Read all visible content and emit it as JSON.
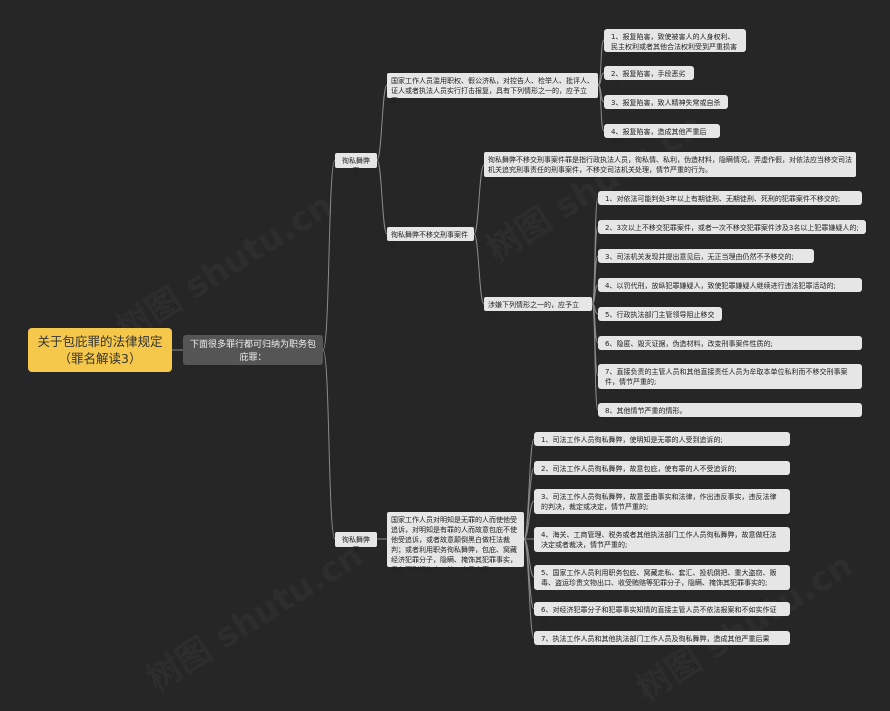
{
  "root": "关于包庇罪的法律规定（罪名解读3）",
  "mid": "下面很多罪行都可归纳为职务包庇罪：",
  "b1": {
    "label": "徇私舞弊案",
    "n1": {
      "text": "国家工作人员滥用职权、假公济私，对控告人、检举人、批评人、证人或者执法人员实行打击报复，具有下列情形之一的，应予立案：",
      "items": [
        "1、报复陷害，致使被害人的人身权利、民主权利或者其他合法权利受到严重损害的;",
        "2、报复陷害，手段恶劣的;",
        "3、报复陷害，致人精神失常或自杀的;",
        "4、报复陷害，造成其他严重后果的。"
      ]
    },
    "n2": {
      "text": "徇私舞弊不移交刑事案件罪",
      "desc": "徇私舞弊不移交刑事案件罪是指行政执法人员，徇私情、私利，伪造材料，隐瞒情况，弄虚作假，对依法应当移交司法机关追究刑事责任的刑事案件，不移交司法机关处理，情节严重的行为。",
      "cond": "涉嫌下列情形之一的，应予立案：",
      "items": [
        "1、对依法可能判处3年以上有期徒刑、无期徒刑、死刑的犯罪案件不移交的;",
        "2、3次以上不移交犯罪案件，或者一次不移交犯罪案件涉及3名以上犯罪嫌疑人的;",
        "3、司法机关发现并提出意见后，无正当理由仍然不予移交的;",
        "4、以罚代刑，放纵犯罪嫌疑人，致使犯罪嫌疑人继续进行违法犯罪活动的;",
        "5、行政执法部门主管领导阻止移交的;",
        "6、隐匿、毁灭证据，伪造材料，改变刑事案件性质的;",
        "7、直接负责的主管人员和其他直接责任人员为牟取本单位私利而不移交刑事案件，情节严重的;",
        "8、其他情节严重的情形。"
      ]
    }
  },
  "b2": {
    "label": "徇私舞弊案",
    "n1": {
      "text": "国家工作人员对明知是无罪的人而使他受追诉，对明知是有罪的人而故意包庇不使他受追诉，或者故意颠倒黑白做枉法裁判；或者利用职务徇私舞弊，包庇、窝藏经济犯罪分子，隐瞒、掩饰其犯罪事实，具有下列行为之一的，应予立案：",
      "items": [
        "1、司法工作人员徇私舞弊，使明知是无罪的人受到追诉的;",
        "2、司法工作人员徇私舞弊，故意包庇，使有罪的人不受追诉的;",
        "3、司法工作人员徇私舞弊，故意歪曲事实和法律，作出违反事实，违反法律的判决，裁定或决定，情节严重的;",
        "4、海关、工商管理、税务或者其他执法部门工作人员徇私舞弊，故意做枉法决定或者裁决，情节严重的;",
        "5、国家工作人员利用职务包庇、窝藏走私、套汇、投机倒把、重大盗窃、贩毒、盗运珍贵文物出口、收受贿赂等犯罪分子，隐瞒、掩饰其犯罪事实的;",
        "6、对经济犯罪分子和犯罪事实知情的直接主管人员不依法报案和不如实作证的;",
        "7、执法工作人员和其他执法部门工作人员及徇私舞弊，造成其他严重后果的。"
      ]
    }
  },
  "watermark": "树图 shutu.cn",
  "colors": {
    "background": "#262626",
    "root": "#f5c84c",
    "mid": "#555555",
    "node": "#e6e6e6",
    "line": "#8a8a8a"
  }
}
